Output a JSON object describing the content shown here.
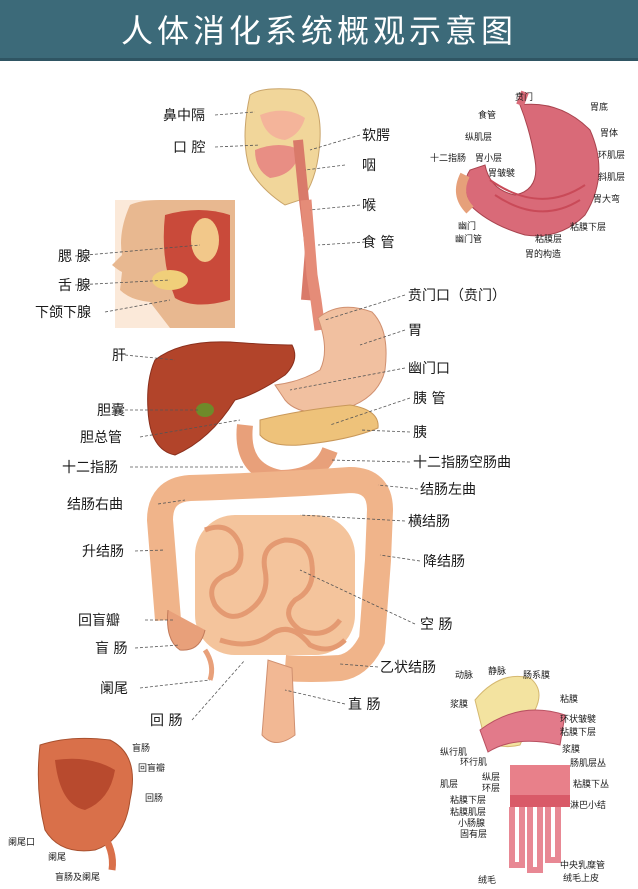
{
  "title": "人体消化系统概观示意图",
  "main_labels_left": [
    "鼻中隔",
    "口 腔",
    "腮 腺",
    "舌 腺",
    "下颌下腺",
    "肝",
    "胆囊",
    "胆总管",
    "十二指肠",
    "结肠右曲",
    "升结肠",
    "回盲瓣",
    "盲 肠",
    "阑尾",
    "回 肠"
  ],
  "main_labels_right": [
    "软腭",
    "咽",
    "喉",
    "食 管",
    "贲门口（贲门）",
    "胃",
    "幽门口",
    "胰 管",
    "胰",
    "十二指肠空肠曲",
    "结肠左曲",
    "横结肠",
    "降结肠",
    "空 肠",
    "乙状结肠",
    "直 肠"
  ],
  "stomach_inset": [
    "贲门",
    "胃底",
    "食管",
    "纵肌层",
    "胃体",
    "十二指肠",
    "胃小层",
    "环肌层",
    "胃皱襞",
    "斜肌层",
    "胃大弯",
    "幽门",
    "幽门管",
    "粘膜层",
    "粘膜下层",
    "胃的构造"
  ],
  "cecum_inset": [
    "盲肠",
    "回盲瓣",
    "回肠",
    "阑尾口",
    "阑尾",
    "盲肠及阑尾"
  ],
  "intestine_inset": [
    "动脉",
    "静脉",
    "肠系膜",
    "浆膜",
    "粘膜",
    "环状皱襞",
    "粘膜下层",
    "纵行肌",
    "环行肌",
    "浆膜",
    "肠肌层丛",
    "肌层",
    "纵层",
    "环层",
    "粘膜下丛",
    "粘膜下层",
    "粘膜肌层",
    "淋巴小结",
    "小肠腺",
    "固有层",
    "中央乳糜管",
    "绒毛",
    "绒毛上皮"
  ],
  "colors": {
    "title_bar": "#3c6a79",
    "organ": "#e8a07a",
    "liver": "#b2442a",
    "intestine": "#f0b48a"
  }
}
